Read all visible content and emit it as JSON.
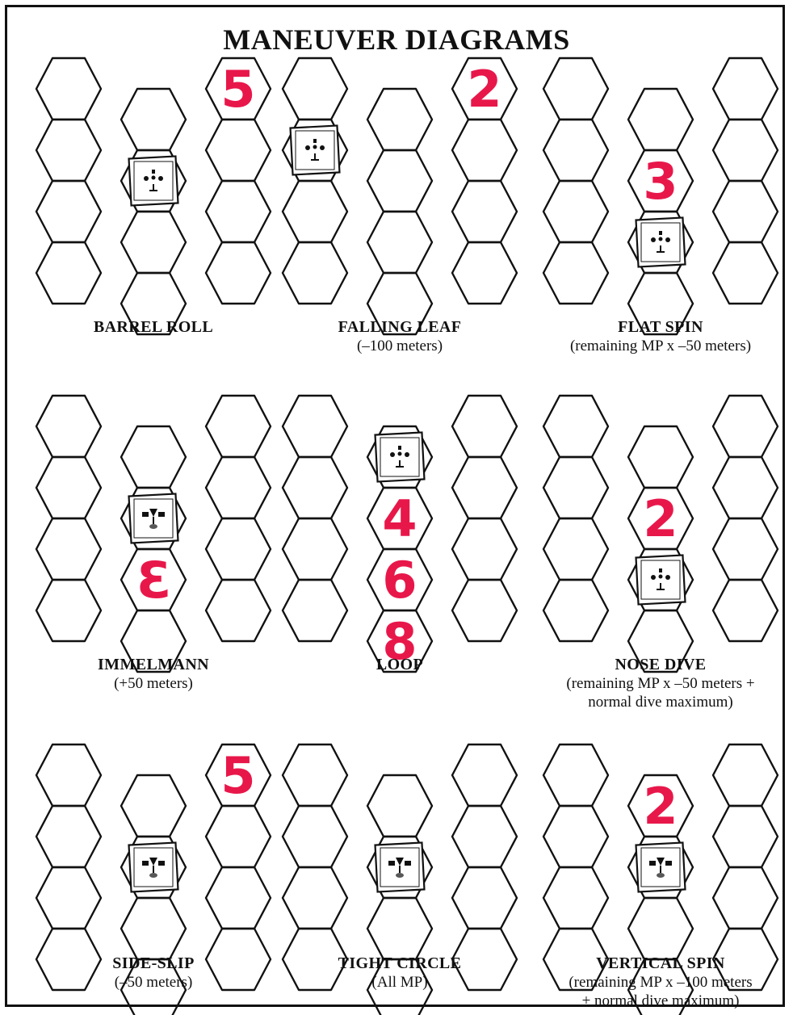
{
  "title": "MANEUVER DIAGRAMS",
  "colors": {
    "ink": "#111111",
    "accent": "#e8174a",
    "paper": "#ffffff"
  },
  "maneuvers": [
    {
      "name": "BARREL ROLL",
      "subtitle": "",
      "plane_hex": [
        1,
        2
      ],
      "plane_icon": "plane-top-icon",
      "numbers": [
        {
          "value": "5",
          "hex": [
            2,
            1
          ]
        }
      ]
    },
    {
      "name": "FALLING LEAF",
      "subtitle": "(–100 meters)",
      "plane_hex": [
        0,
        2
      ],
      "plane_icon": "plane-top-icon",
      "numbers": [
        {
          "value": "2",
          "hex": [
            2,
            1
          ]
        }
      ]
    },
    {
      "name": "FLAT SPIN",
      "subtitle": "(remaining MP x –50 meters)",
      "plane_hex": [
        1,
        3
      ],
      "plane_icon": "plane-top-icon",
      "numbers": [
        {
          "value": "3",
          "hex": [
            1,
            2
          ]
        }
      ]
    },
    {
      "name": "IMMELMANN",
      "subtitle": "(+50 meters)",
      "plane_hex": [
        1,
        2
      ],
      "plane_icon": "plane-side-icon",
      "numbers": [
        {
          "value": "3",
          "hex": [
            1,
            3
          ],
          "mirrored": true
        }
      ]
    },
    {
      "name": "LOOP",
      "subtitle": "",
      "plane_hex": [
        1,
        1
      ],
      "plane_icon": "plane-top-icon",
      "numbers": [
        {
          "value": "4",
          "hex": [
            1,
            2
          ]
        },
        {
          "value": "6",
          "hex": [
            1,
            3
          ]
        },
        {
          "value": "8",
          "hex": [
            1,
            4
          ]
        }
      ]
    },
    {
      "name": "NOSE DIVE",
      "subtitle": "(remaining MP x –50 meters +",
      "subtitle2": "normal dive maximum)",
      "plane_hex": [
        1,
        3
      ],
      "plane_icon": "plane-top-icon",
      "numbers": [
        {
          "value": "2",
          "hex": [
            1,
            2
          ]
        }
      ]
    },
    {
      "name": "SIDE-SLIP",
      "subtitle": "(–50 meters)",
      "plane_hex": [
        1,
        2
      ],
      "plane_icon": "plane-side-icon",
      "numbers": [
        {
          "value": "5",
          "hex": [
            2,
            1
          ]
        }
      ]
    },
    {
      "name": "TIGHT CIRCLE",
      "subtitle": "(All MP)",
      "plane_hex": [
        1,
        2
      ],
      "plane_icon": "plane-side-icon",
      "numbers": []
    },
    {
      "name": "VERTICAL SPIN",
      "subtitle": "(remaining MP x –100 meters",
      "subtitle2": "+ normal dive maximum)",
      "plane_hex": [
        1,
        2
      ],
      "plane_icon": "plane-side-icon",
      "numbers": [
        {
          "value": "2",
          "hex": [
            1,
            1
          ]
        }
      ]
    }
  ]
}
